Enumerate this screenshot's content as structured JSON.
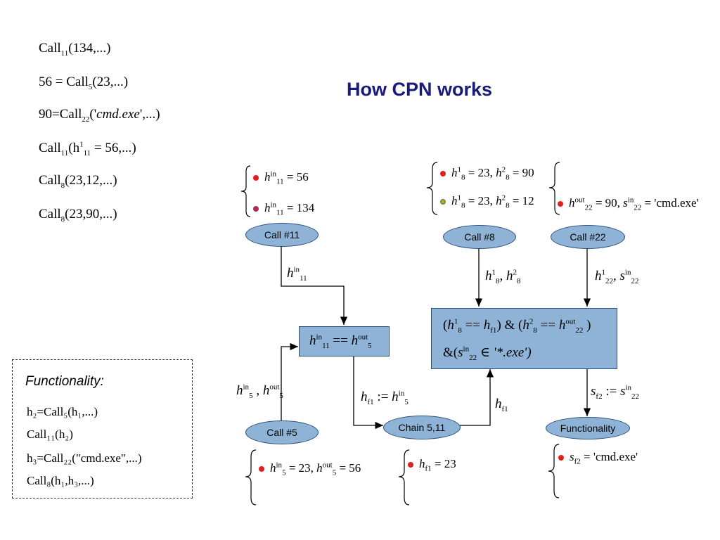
{
  "title": "How CPN works",
  "calls": [
    {
      "pre": "",
      "name": "Call",
      "sub": "11",
      "args": "(134,...)"
    },
    {
      "pre": "56 = ",
      "name": "Call",
      "sub": "5",
      "args": "(23,...)"
    },
    {
      "pre": "90=",
      "name": "Call",
      "sub": "22",
      "args_pre": "('",
      "args_it": "cmd.exe",
      "args_post": "',...)"
    },
    {
      "pre": "",
      "name": "Call",
      "sub": "11",
      "args": "(h",
      "args_sup": "1",
      "args_sub": "11",
      "args_post": " = 56,...)"
    },
    {
      "pre": "",
      "name": "Call",
      "sub": "8",
      "args": "(23,12,...)"
    },
    {
      "pre": "",
      "name": "Call",
      "sub": "8",
      "args": "(23,90,...)"
    }
  ],
  "nodes": {
    "call11": "Call #11",
    "call8": "Call #8",
    "call22": "Call #22",
    "call5": "Call #5",
    "chain": "Chain 5,11",
    "functionality": "Functionality"
  },
  "functionality": {
    "heading": "Functionality:",
    "lines": [
      "h₂=Call₅(h₁,...)",
      "Call₁₁(h₂)",
      "h₃=Call₂₂(\"cmd.exe\",...)",
      "Call₈(h₁,h₃,...)"
    ]
  },
  "equations": {
    "h11_56": "= 56",
    "h11_134": "= 134",
    "h8_a": "= 23, ",
    "h8_a2": "= 90",
    "h8_b": "= 23, ",
    "h8_b2": "= 12",
    "h22": "= 90, ",
    "s22": "= 'cmd.exe'",
    "h5": "= 23, ",
    "h5out": "= 56",
    "hf1": "= 23",
    "sf2": "= 'cmd.exe'",
    "cond_exe": "'*.exe')"
  }
}
